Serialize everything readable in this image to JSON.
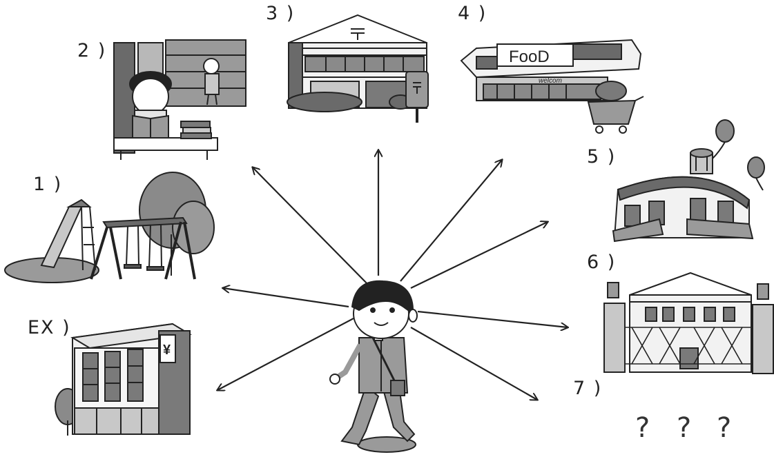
{
  "labels": {
    "ex": "EX )",
    "p1": "1 )",
    "p2": "2 )",
    "p3": "3 )",
    "p4": "4 )",
    "p5": "5 )",
    "p6": "6 )",
    "p7": "7 )"
  },
  "signs": {
    "food": "FooD",
    "welcome": "welcom",
    "yen": "¥"
  },
  "unknown": [
    "?",
    "?",
    "?"
  ],
  "colors": {
    "line": "#222222",
    "gray_dark": "#555555",
    "gray_mid": "#8a8a8a",
    "gray_light": "#c8c8c8",
    "background": "#ffffff"
  }
}
